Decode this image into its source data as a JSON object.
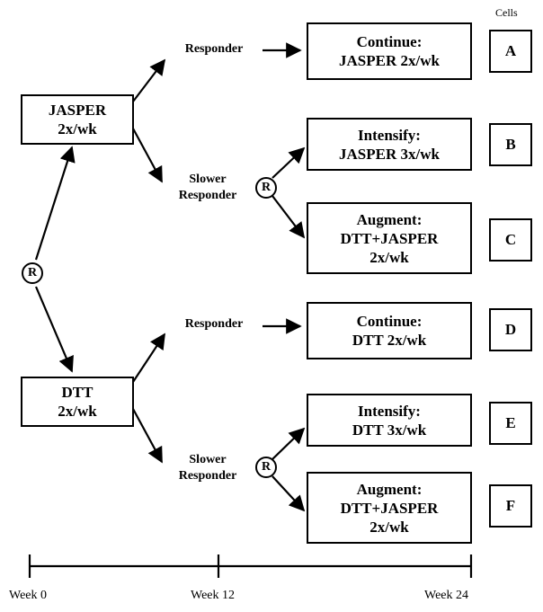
{
  "header": {
    "cells_label": "Cells"
  },
  "start": {
    "randomize_symbol": "R"
  },
  "arms": [
    {
      "line1": "JASPER",
      "line2": "2x/wk",
      "responder_label": "Responder",
      "slower_label_line1": "Slower",
      "slower_label_line2": "Responder",
      "rerandomize_symbol": "R",
      "continue_box": {
        "line1": "Continue:",
        "line2": "JASPER 2x/wk",
        "cell": "A"
      },
      "intensify_box": {
        "line1": "Intensify:",
        "line2": "JASPER 3x/wk",
        "cell": "B"
      },
      "augment_box": {
        "line1": "Augment:",
        "line2": "DTT+JASPER",
        "line3": "2x/wk",
        "cell": "C"
      }
    },
    {
      "line1": "DTT",
      "line2": "2x/wk",
      "responder_label": "Responder",
      "slower_label_line1": "Slower",
      "slower_label_line2": "Responder",
      "rerandomize_symbol": "R",
      "continue_box": {
        "line1": "Continue:",
        "line2": "DTT 2x/wk",
        "cell": "D"
      },
      "intensify_box": {
        "line1": "Intensify:",
        "line2": "DTT 3x/wk",
        "cell": "E"
      },
      "augment_box": {
        "line1": "Augment:",
        "line2": "DTT+JASPER",
        "line3": "2x/wk",
        "cell": "F"
      }
    }
  ],
  "timeline": {
    "ticks": [
      "Week 0",
      "Week 12",
      "Week 24"
    ]
  }
}
